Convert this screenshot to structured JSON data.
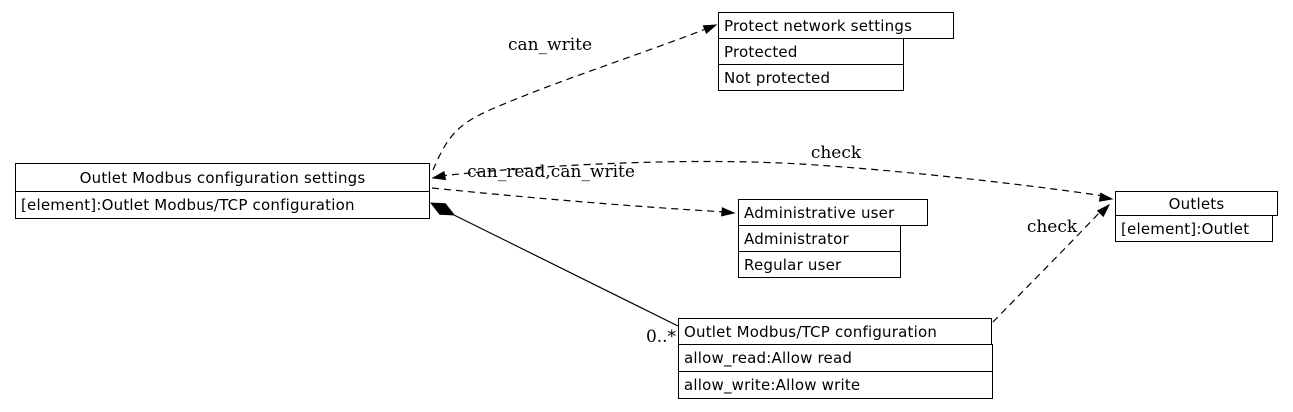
{
  "diagram": {
    "background_color": "#ffffff",
    "line_color": "#000000",
    "text_color": "#000000",
    "nodes": {
      "outlet_modbus_settings": {
        "title": "Outlet Modbus configuration settings",
        "rows": [
          "[element]:Outlet Modbus/TCP configuration"
        ]
      },
      "protect_network_settings": {
        "title": "Protect network settings",
        "rows": [
          "Protected",
          "Not protected"
        ]
      },
      "administrative_user": {
        "title": "Administrative user",
        "rows": [
          "Administrator",
          "Regular user"
        ]
      },
      "outlet_modbus_tcp_configuration": {
        "title": "Outlet Modbus/TCP configuration",
        "rows": [
          "allow_read:Allow read",
          "allow_write:Allow write"
        ]
      },
      "outlets": {
        "title": "Outlets",
        "rows": [
          "[element]:Outlet"
        ]
      }
    },
    "edge_labels": {
      "can_write": "can_write",
      "can_read_can_write": "can_read,can_write",
      "check_top": "check",
      "check_bottom": "check",
      "multiplicity": "0..*"
    }
  }
}
